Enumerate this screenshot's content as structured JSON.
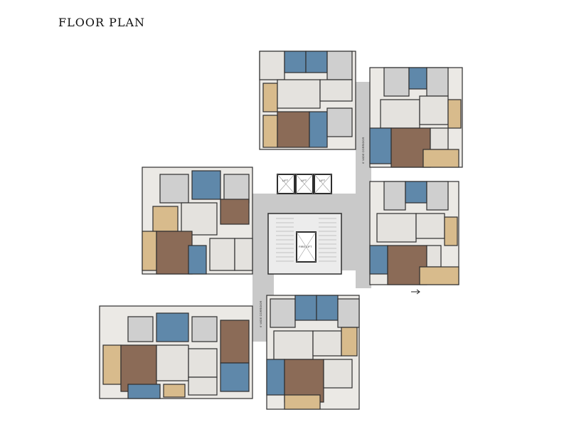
{
  "title": "FLOOR PLAN",
  "core": {
    "lift_label": "LIFT",
    "fire_lift_label": "FIRE LIFT",
    "corridor_label": "6' WIDE CORRIDOR"
  },
  "colors": {
    "corridor": "#c9c9c9",
    "floor": "#e4e2de",
    "bedroom_wood": "#8b6b57",
    "toilet_blue": "#5f88aa",
    "balcony": "#d8bb8c",
    "wall": "#2e2e2e"
  },
  "units": [
    {
      "name": "unit-top-center"
    },
    {
      "name": "unit-top-right"
    },
    {
      "name": "unit-right-middle"
    },
    {
      "name": "unit-left-middle"
    },
    {
      "name": "unit-bottom-left"
    },
    {
      "name": "unit-bottom-center"
    }
  ]
}
